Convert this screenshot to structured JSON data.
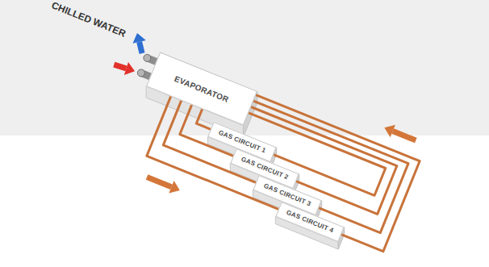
{
  "diagram": {
    "nodes": [
      {
        "text": [
          "EVAPORATOR"
        ]
      },
      {
        "text": [
          "GAS CIRCUIT 1"
        ]
      },
      {
        "text": [
          "GAS CIRCUIT 2"
        ]
      },
      {
        "text": [
          "GAS CIRCUIT 3"
        ]
      },
      {
        "text": [
          "GAS CIRCUIT 4"
        ]
      }
    ],
    "edges": [
      {
        "from": 0,
        "to": 1,
        "arrow": "none"
      },
      {
        "from": 0,
        "to": 2,
        "arrow": "none"
      },
      {
        "from": 0,
        "to": 3,
        "arrow": "none"
      },
      {
        "from": 0,
        "to": 4,
        "arrow": "none"
      },
      {
        "from": 0,
        "to": 1,
        "arrow": "none"
      },
      {
        "from": 0,
        "to": 2,
        "arrow": "none"
      },
      {
        "from": 0,
        "to": 3,
        "arrow": "none"
      },
      {
        "from": 0,
        "to": 4,
        "arrow": "none"
      }
    ],
    "labels": [
      "CHILLED WATER"
    ]
  }
}
